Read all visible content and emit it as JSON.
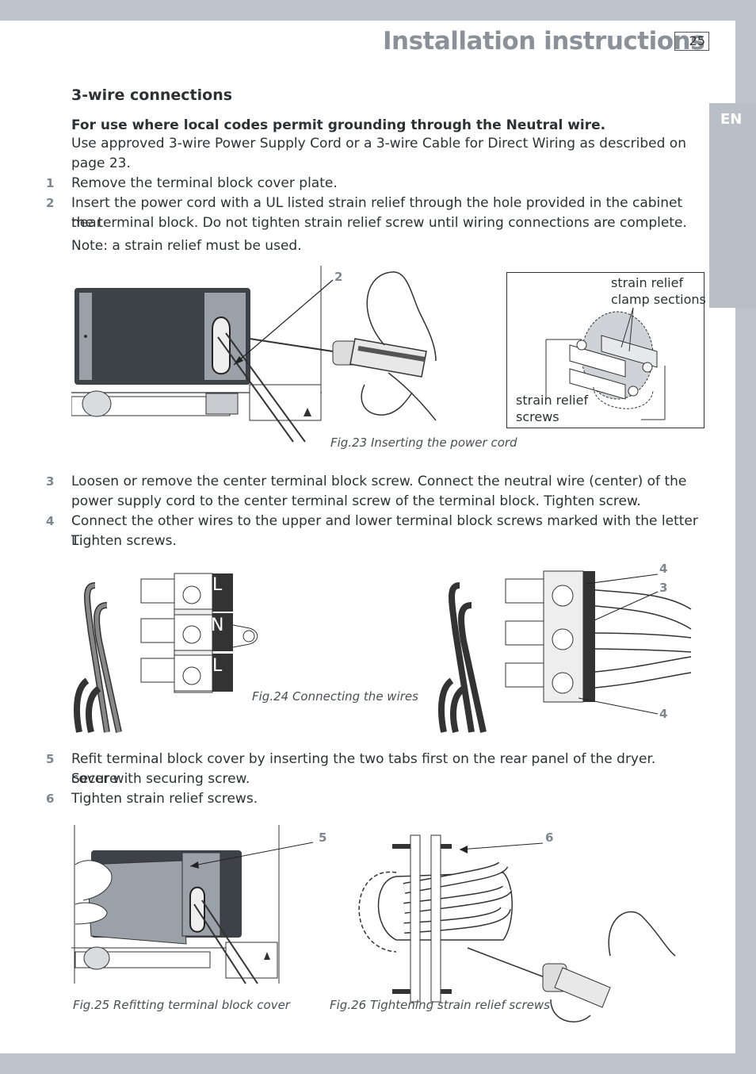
{
  "header": {
    "title": "Installation instructions",
    "page_number": "25",
    "language_tab": "EN"
  },
  "section": {
    "title": "3-wire connections",
    "intro_bold_a": "For use where local codes ",
    "intro_bold_b": "permit",
    "intro_bold_c": " grounding through the Neutral wire.",
    "intro_line1": "Use approved 3-wire Power Supply Cord or a 3-wire Cable for Direct Wiring as described on",
    "intro_line2": "page 23."
  },
  "steps": [
    {
      "num": "1",
      "lines": [
        "Remove the terminal block cover plate."
      ]
    },
    {
      "num": "2",
      "lines": [
        "Insert the power cord with a UL listed strain relief through the hole provided in the cabinet near",
        "the terminal block. Do not tighten strain relief screw until wiring connections are complete."
      ]
    },
    {
      "num": "3",
      "lines": [
        "Loosen or remove the center terminal block screw. Connect the neutral wire (center) of the",
        "power supply cord to the center terminal screw of the terminal block. Tighten screw."
      ]
    },
    {
      "num": "4",
      "lines": [
        "Connect the other wires to the upper and lower terminal block screws marked with the letter L.",
        "Tighten screws."
      ]
    },
    {
      "num": "5",
      "lines": [
        "Refit terminal block cover by inserting the two tabs first on the rear panel of the dryer. Secure",
        "cover with securing screw."
      ]
    },
    {
      "num": "6",
      "lines": [
        "Tighten strain relief screws."
      ]
    }
  ],
  "note": "Note: a strain relief must be used.",
  "figures": {
    "fig23": {
      "caption": "Fig.23 Inserting the power cord",
      "callout": "2"
    },
    "inset": {
      "label_clamp_1": "strain relief",
      "label_clamp_2": "clamp sections",
      "label_screws_1": "strain relief",
      "label_screws_2": "screws"
    },
    "fig24": {
      "caption": "Fig.24 Connecting the wires",
      "terminal_labels": [
        "L",
        "N",
        "L"
      ],
      "callouts": [
        "4",
        "3",
        "4"
      ]
    },
    "fig25": {
      "caption": "Fig.25 Refitting terminal block cover",
      "callout": "5"
    },
    "fig26": {
      "caption": "Fig.26 Tightening strain relief screws",
      "callout": "6"
    }
  }
}
